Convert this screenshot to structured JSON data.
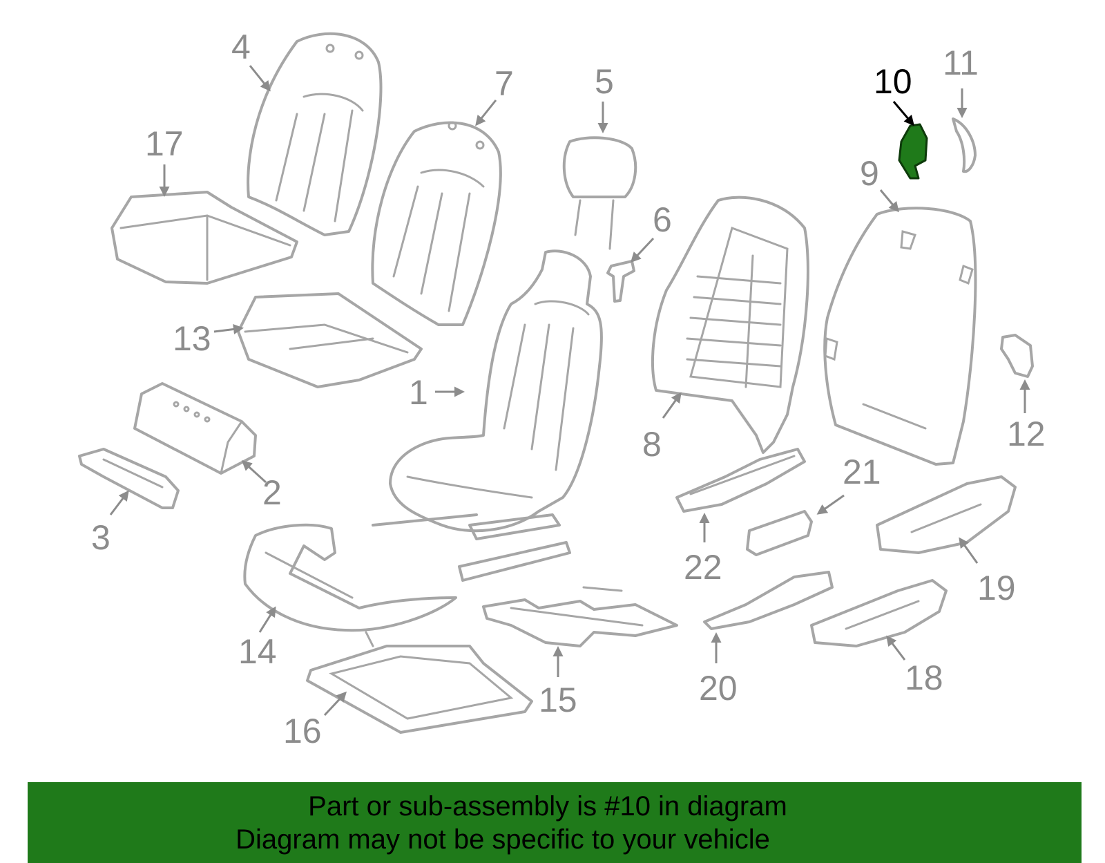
{
  "callouts": {
    "c1": "1",
    "c2": "2",
    "c3": "3",
    "c4": "4",
    "c5": "5",
    "c6": "6",
    "c7": "7",
    "c8": "8",
    "c9": "9",
    "c10": "10",
    "c11": "11",
    "c12": "12",
    "c13": "13",
    "c14": "14",
    "c15": "15",
    "c16": "16",
    "c17": "17",
    "c18": "18",
    "c19": "19",
    "c20": "20",
    "c21": "21",
    "c22": "22"
  },
  "highlighted_part": "10",
  "colors": {
    "highlight": "#1f7a1a",
    "banner_background": "#1f7a1a",
    "part_outline": "#a6a6a6",
    "callout_text": "#8c8c8c"
  },
  "banner": {
    "line1": "Part or sub-assembly is #10 in diagram",
    "line2": "Diagram may not be specific to your vehicle"
  }
}
